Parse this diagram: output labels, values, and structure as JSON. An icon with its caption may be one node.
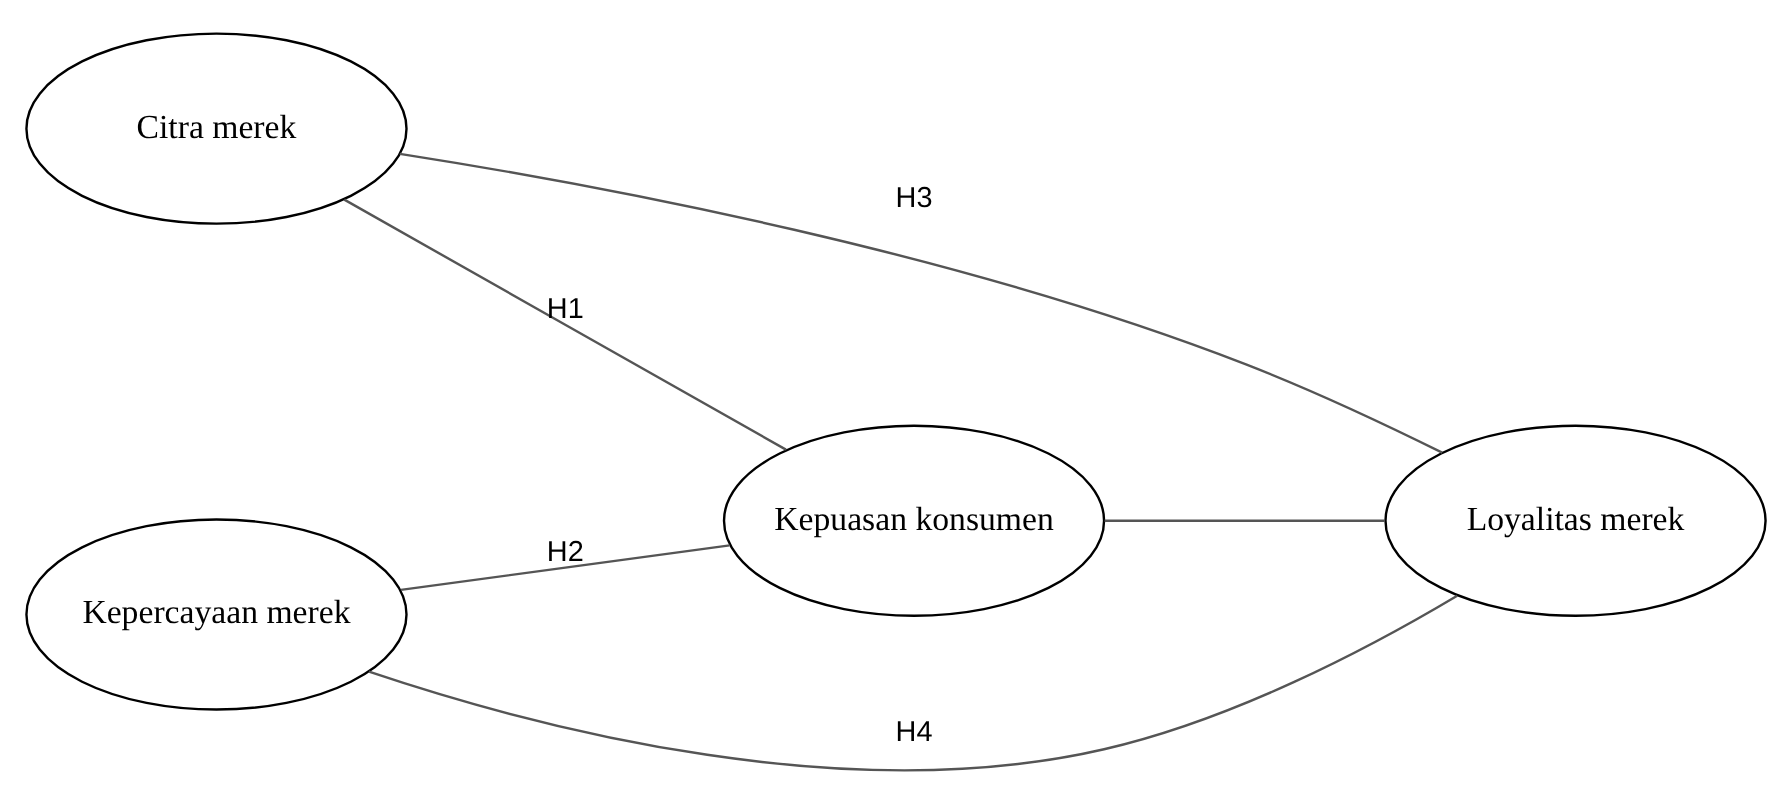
{
  "diagram": {
    "nodes": [
      {
        "text": [
          "Citra merek"
        ]
      },
      {
        "text": [
          "Kepuasan konsumen"
        ]
      },
      {
        "text": [
          "Loyalitas merek"
        ]
      },
      {
        "text": [
          "Kepercayaan merek"
        ]
      }
    ],
    "edges": [
      {
        "from": 0,
        "to": 1,
        "arrow": "none",
        "label": "H1"
      },
      {
        "from": 0,
        "to": 2,
        "arrow": "none",
        "label": "H3"
      },
      {
        "from": 1,
        "to": 2,
        "arrow": "none"
      },
      {
        "from": 3,
        "to": 1,
        "arrow": "none",
        "label": "H2"
      },
      {
        "from": 3,
        "to": 2,
        "arrow": "none",
        "label": "H4"
      }
    ]
  }
}
